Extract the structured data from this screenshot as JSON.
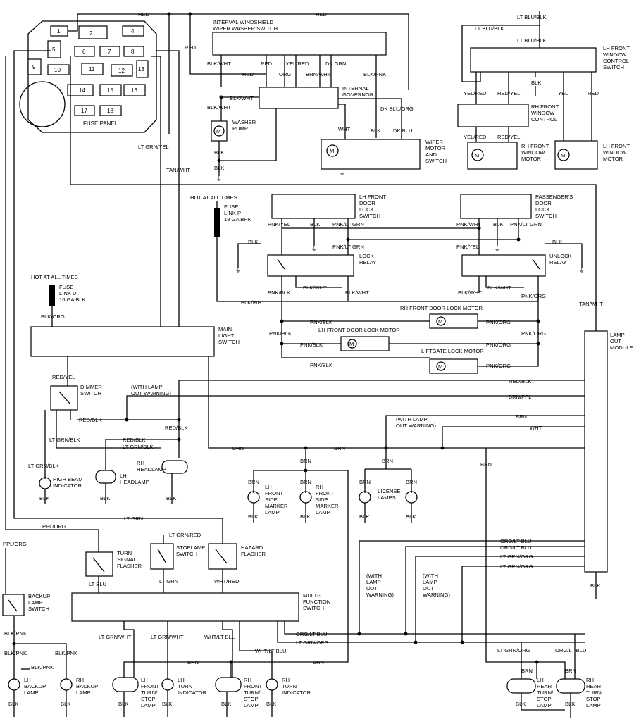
{
  "diagram": {
    "fuse_panel": {
      "title": "FUSE PANEL",
      "fuses": [
        "1",
        "2",
        "4",
        "5",
        "6",
        "7",
        "8",
        "9",
        "10",
        "11",
        "12",
        "13",
        "14",
        "15",
        "16",
        "17",
        "18"
      ]
    },
    "hot_at_all_times_1": "HOT AT ALL TIMES",
    "hot_at_all_times_2": "HOT AT ALL TIMES",
    "fuse_link_p": [
      "FUSE",
      "LINK P",
      "18 GA BRN"
    ],
    "fuse_link_d": [
      "FUSE",
      "LINK D",
      "16 GA BLK"
    ],
    "components": {
      "wiper_switch": [
        "INTERVAL WINDSHIELD",
        "WIPER WASHER SWITCH"
      ],
      "internal_governor": [
        "INTERNAL",
        "GOVERNOR"
      ],
      "washer_pump": [
        "WASHER",
        "PUMP"
      ],
      "wiper_motor": [
        "WIPER",
        "MOTOR",
        "AND",
        "SWITCH"
      ],
      "lh_window_control": [
        "LH FRONT",
        "WINDOW",
        "CONTROL",
        "SWITCH"
      ],
      "rh_window_control": [
        "RH FRONT",
        "WINDOW",
        "CONTROL"
      ],
      "rh_window_motor": [
        "RH FRONT",
        "WINDOW",
        "MOTOR"
      ],
      "lh_window_motor": [
        "LH FRONT",
        "WINDOW",
        "MOTOR"
      ],
      "lh_door_lock_switch": [
        "LH FRONT",
        "DOOR",
        "LOCK",
        "SWITCH"
      ],
      "pass_door_lock_switch": [
        "PASSENGER'S",
        "DOOR",
        "LOCK",
        "SWITCH"
      ],
      "lock_relay": [
        "LOCK",
        "RELAY"
      ],
      "unlock_relay": [
        "UNLOCK",
        "RELAY"
      ],
      "rh_door_lock_motor": "RH FRONT DOOR LOCK MOTOR",
      "lh_door_lock_motor": "LH FRONT DOOR LOCK MOTOR",
      "liftgate_lock_motor": "LIFTGATE LOCK MOTOR",
      "main_light_switch": [
        "MAIN",
        "LIGHT",
        "SWITCH"
      ],
      "lamp_out_module": [
        "LAMP",
        "OUT",
        "MODULE"
      ],
      "dimmer_switch": [
        "DIMMER",
        "SWITCH"
      ],
      "with_lamp_out_1": [
        "(WITH LAMP",
        "OUT WARNING)"
      ],
      "with_lamp_out_2": [
        "(WITH LAMP",
        "OUT WARNING)"
      ],
      "with_lamp_out_3": [
        "(WITH",
        "LAMP",
        "OUT",
        "WARNING)"
      ],
      "with_lamp_out_4": [
        "(WITH",
        "LAMP",
        "OUT",
        "WARNING)"
      ],
      "high_beam": [
        "HIGH BEAM",
        "INDICATOR"
      ],
      "lh_headlamp": [
        "LH",
        "HEADLAMP"
      ],
      "rh_headlamp": [
        "RH",
        "HEADLAMP"
      ],
      "lh_side_marker": [
        "LH",
        "FRONT",
        "SIDE",
        "MARKER",
        "LAMP"
      ],
      "rh_side_marker": [
        "RH",
        "FRONT",
        "SIDE",
        "MARKER",
        "LAMP"
      ],
      "license_lamps": [
        "LICENSE",
        "LAMPS"
      ],
      "turn_flasher": [
        "TURN",
        "SIGNAL",
        "FLASHER"
      ],
      "stoplamp_switch": [
        "STOPLAMP",
        "SWITCH"
      ],
      "hazard_flasher": [
        "HAZARD",
        "FLASHER"
      ],
      "multi_function": [
        "MULTI-",
        "FUNCTION",
        "SWITCH"
      ],
      "backup_switch": [
        "BACKUP",
        "LAMP",
        "SWITCH"
      ],
      "lh_backup": [
        "LH",
        "BACKUP",
        "LAMP"
      ],
      "rh_backup": [
        "RH",
        "BACKUP",
        "LAMP"
      ],
      "lh_front_turn": [
        "LH",
        "FRONT",
        "TURN/",
        "STOP",
        "LAMP"
      ],
      "lh_turn_ind": [
        "LH",
        "TURN",
        "INDICATOR"
      ],
      "rh_front_turn": [
        "RH",
        "FRONT",
        "TURN/",
        "STOP",
        "LAMP"
      ],
      "rh_turn_ind": [
        "RH",
        "TURN",
        "INDICATOR"
      ],
      "lh_rear_turn": [
        "LH",
        "REAR",
        "TURN/",
        "STOP",
        "LAMP"
      ],
      "rh_rear_turn": [
        "RH",
        "REAR",
        "TURN/",
        "STOP",
        "LAMP"
      ]
    },
    "wires": {
      "red": "RED",
      "blk": "BLK",
      "blk_wht": "BLK/WHT",
      "org": "ORG",
      "yel_red": "YEL/RED",
      "brn_wht": "BRN/WHT",
      "dk_grn": "DK GRN",
      "blk_pnk": "BLK/PNK",
      "dk_blu_org": "DK BLU/ORG",
      "dk_blu": "DK BLU",
      "wht": "WHT",
      "lt_grn_yel": "LT GRN/YEL",
      "tan_wht": "TAN/WHT",
      "lt_blu_blk": "LT BLU/BLK",
      "red_yel": "RED/YEL",
      "yel": "YEL",
      "pnk_yel": "PNK/YEL",
      "pnk_lt_grn": "PNK/LT GRN",
      "pnk_wht": "PNK/WHT",
      "pnk_blk": "PNK/BLK",
      "pnk_org": "PNK/ORG",
      "blk_org": "BLK/ORG",
      "red_blk": "RED/BLK",
      "brn_ppl": "BRN/PPL",
      "brn": "BRN",
      "lt_grn_blk": "LT GRN/BLK",
      "lt_grn": "LT GRN",
      "ppl_org": "PPL/ORG",
      "lt_grn_red": "LT GRN/RED",
      "lt_blu": "LT BLU",
      "wht_red": "WHT/RED",
      "org_lt_blu": "ORG/LT BLU",
      "lt_grn_org": "LT GRN/ORG",
      "lt_grn_wht": "LT GRN/WHT",
      "wht_lt_blu": "WHT/LT BLU"
    },
    "motor_symbol": "M"
  }
}
